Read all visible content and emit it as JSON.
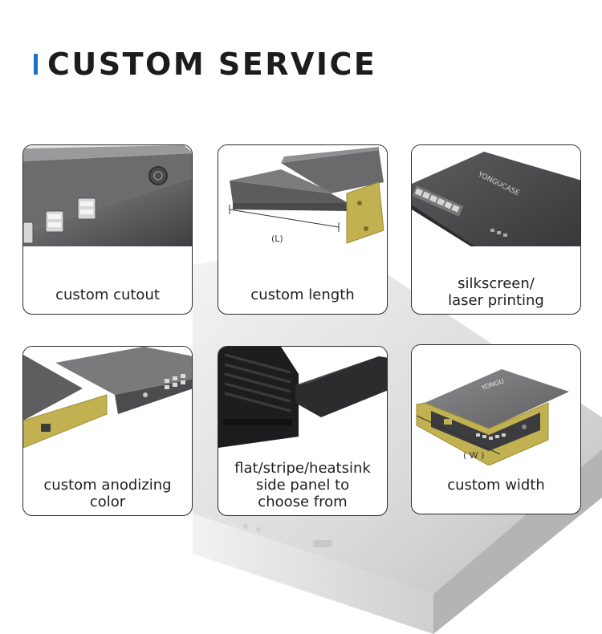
{
  "header": {
    "title": "CUSTOM SERVICE"
  },
  "colors": {
    "accent": "#1a73c8",
    "panel": "#5a5a5c",
    "gold": "#b9a84a"
  },
  "cards": [
    {
      "caption": [
        "custom cutout"
      ]
    },
    {
      "caption": [
        "custom length"
      ],
      "dimension_label": "(L)"
    },
    {
      "caption": [
        "silkscreen/",
        "laser printing"
      ],
      "logo_text": "YONGUCASE"
    },
    {
      "caption": [
        "custom anodizing",
        "color"
      ]
    },
    {
      "caption": [
        "flat/stripe/heatsink",
        "side panel to",
        "choose from"
      ]
    },
    {
      "caption": [
        "custom width"
      ],
      "dimension_label": "( W )",
      "logo_text": "YONGU"
    }
  ]
}
